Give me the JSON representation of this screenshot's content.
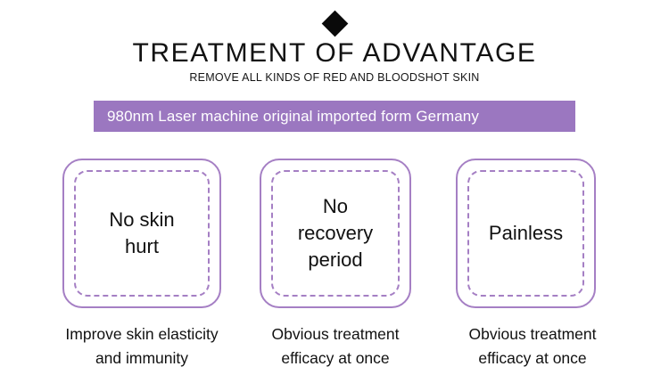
{
  "header": {
    "icon": "black-diamond-icon",
    "title": "TREATMENT OF ADVANTAGE",
    "subtitle": "REMOVE ALL KINDS OF RED AND BLOODSHOT SKIN"
  },
  "banner": {
    "text": "980nm Laser machine original imported form Germany",
    "background_color": "#9b77c0",
    "text_color": "#ffffff"
  },
  "cards": [
    {
      "label": "No skin\nhurt",
      "caption": "Improve skin elasticity\nand immunity"
    },
    {
      "label": "No\nrecovery\nperiod",
      "caption": "Obvious treatment\nefficacy at once"
    },
    {
      "label": "Painless",
      "caption": "Obvious treatment\nefficacy at once"
    }
  ],
  "colors": {
    "accent_purple": "#9b77c0",
    "card_border": "#a57fc4",
    "background": "#ffffff",
    "text": "#111111"
  }
}
